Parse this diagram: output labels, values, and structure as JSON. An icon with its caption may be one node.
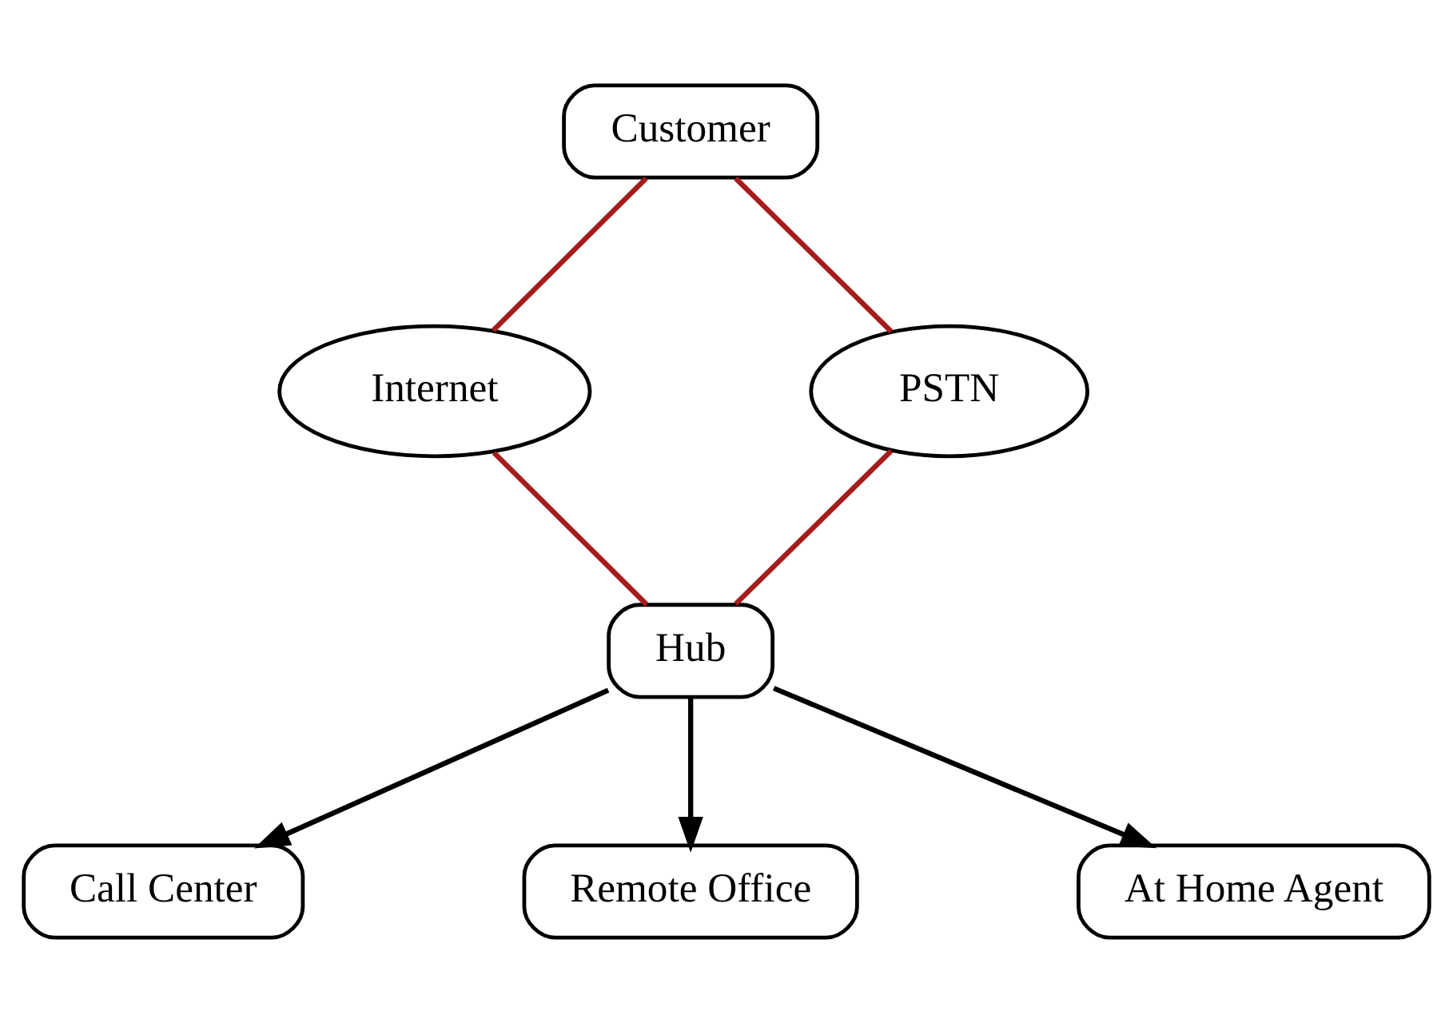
{
  "diagram": {
    "nodes": [
      {
        "text": [
          "Customer"
        ]
      },
      {
        "text": [
          "Internet"
        ]
      },
      {
        "text": [
          "PSTN"
        ]
      },
      {
        "text": [
          "Hub"
        ]
      },
      {
        "text": [
          "Call Center"
        ]
      },
      {
        "text": [
          "Remote Office"
        ]
      },
      {
        "text": [
          "At Home Agent"
        ]
      }
    ],
    "edges": [
      {
        "from": 0,
        "to": 1,
        "arrow": "none"
      },
      {
        "from": 0,
        "to": 2,
        "arrow": "none"
      },
      {
        "from": 1,
        "to": 3,
        "arrow": "none"
      },
      {
        "from": 2,
        "to": 3,
        "arrow": "none"
      },
      {
        "from": 3,
        "to": 4,
        "arrow": "to",
        "color": "#000000"
      },
      {
        "from": 3,
        "to": 5,
        "arrow": "to",
        "color": "#000000"
      },
      {
        "from": 3,
        "to": 6,
        "arrow": "to",
        "color": "#000000"
      }
    ]
  }
}
